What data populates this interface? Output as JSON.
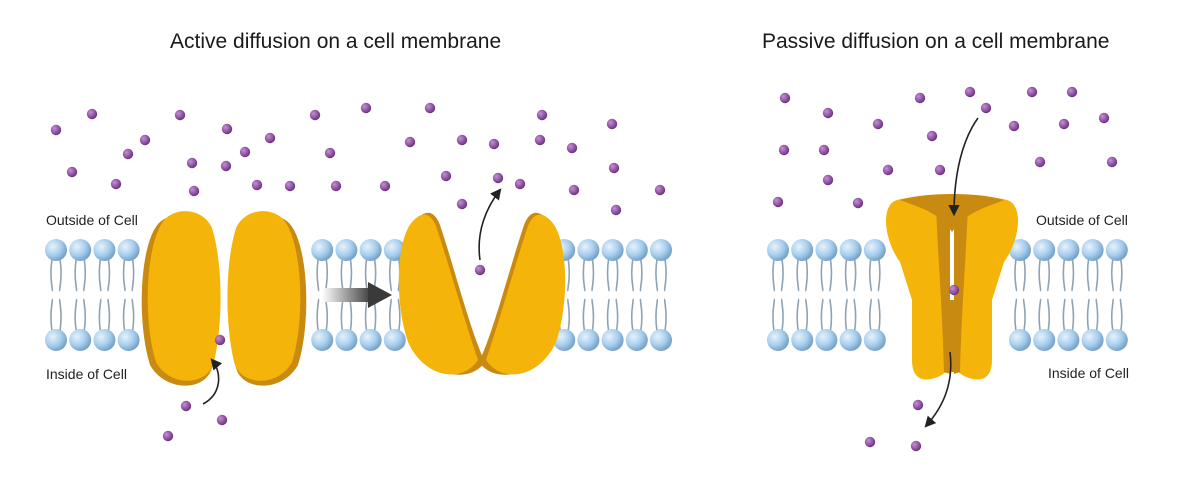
{
  "panels": {
    "active": {
      "title": "Active diffusion on a cell membrane",
      "outside_label": "Outside of Cell",
      "inside_label": "Inside of Cell"
    },
    "passive": {
      "title": "Passive diffusion on a cell membrane",
      "outside_label": "Outside of Cell",
      "inside_label": "Inside of Cell"
    }
  },
  "colors": {
    "molecule": "#7b3a8e",
    "phospholipid_head": "#a9cfee",
    "phospholipid_tail": "#8fa2b2",
    "protein": "#f5b40a",
    "protein_shadow": "#c98a12",
    "arrow": "#222222",
    "transition_arrow": "#4a4a4a"
  }
}
